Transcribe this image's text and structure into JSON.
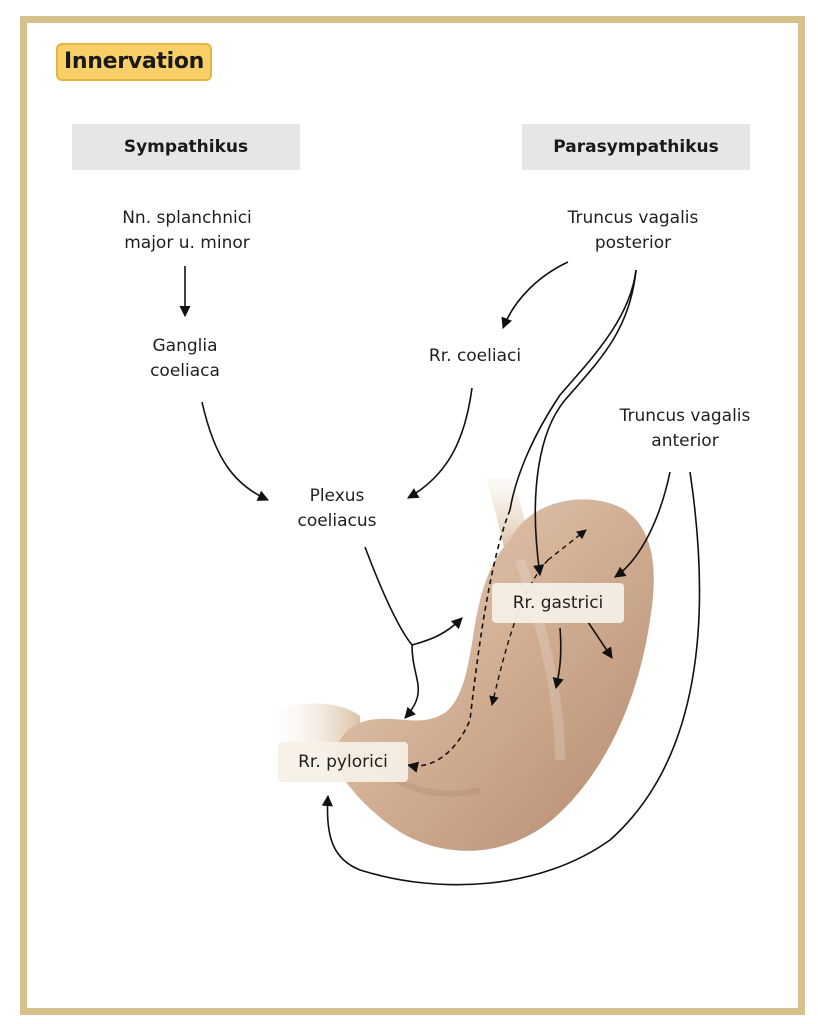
{
  "title": "Innervation",
  "headers": {
    "sympathetic": "Sympathikus",
    "parasympathetic": "Parasympathikus"
  },
  "labels": {
    "nn_splanchnici": [
      "Nn. splanchnici",
      "major u. minor"
    ],
    "ganglia_coeliaca": [
      "Ganglia",
      "coeliaca"
    ],
    "plexus_coeliacus": [
      "Plexus",
      "coeliacus"
    ],
    "truncus_posterior": [
      "Truncus vagalis",
      "posterior"
    ],
    "rr_coeliaci": "Rr. coeliaci",
    "truncus_anterior": [
      "Truncus vagalis",
      "anterior"
    ],
    "rr_gastrici": "Rr. gastrici",
    "rr_pylorici": "Rr. pylorici"
  },
  "colors": {
    "frame": "#d8c08c",
    "badge": "#f9cf67",
    "header_bg": "#e6e6e6",
    "stomach": "#cfa98f"
  }
}
